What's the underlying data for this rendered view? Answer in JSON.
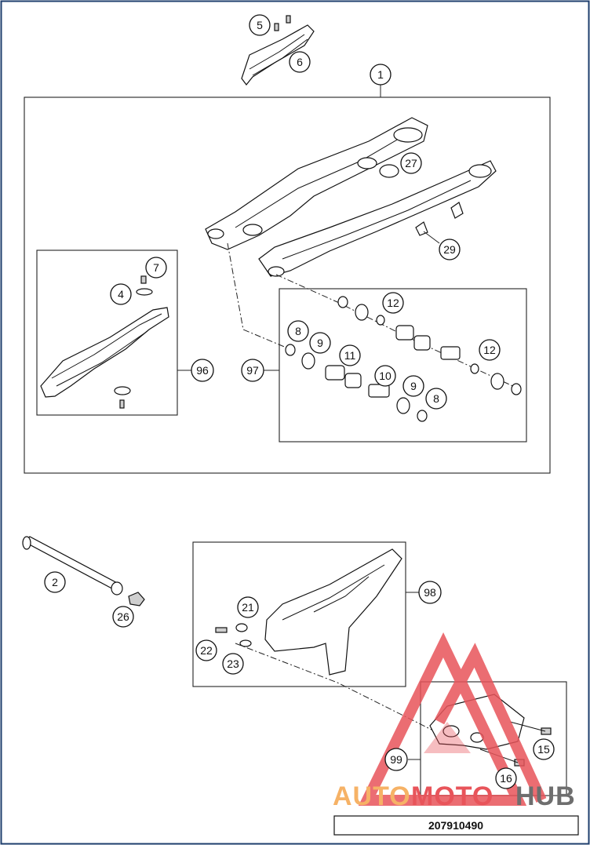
{
  "callouts": [
    "1",
    "2",
    "4",
    "5",
    "6",
    "7",
    "8",
    "8",
    "9",
    "9",
    "10",
    "11",
    "12",
    "12",
    "15",
    "16",
    "21",
    "22",
    "23",
    "26",
    "27",
    "29",
    "96",
    "97",
    "98",
    "99"
  ],
  "drawing_code": "207910490",
  "watermark": {
    "part1": "AUTO",
    "part2": "MOTO",
    "part3": "HUB",
    "color_orange": "#f6b266",
    "color_red": "#e8545a",
    "color_gray": "#6e6e6e"
  },
  "colors": {
    "line": "#111111",
    "frame": "#1f3f6e"
  }
}
